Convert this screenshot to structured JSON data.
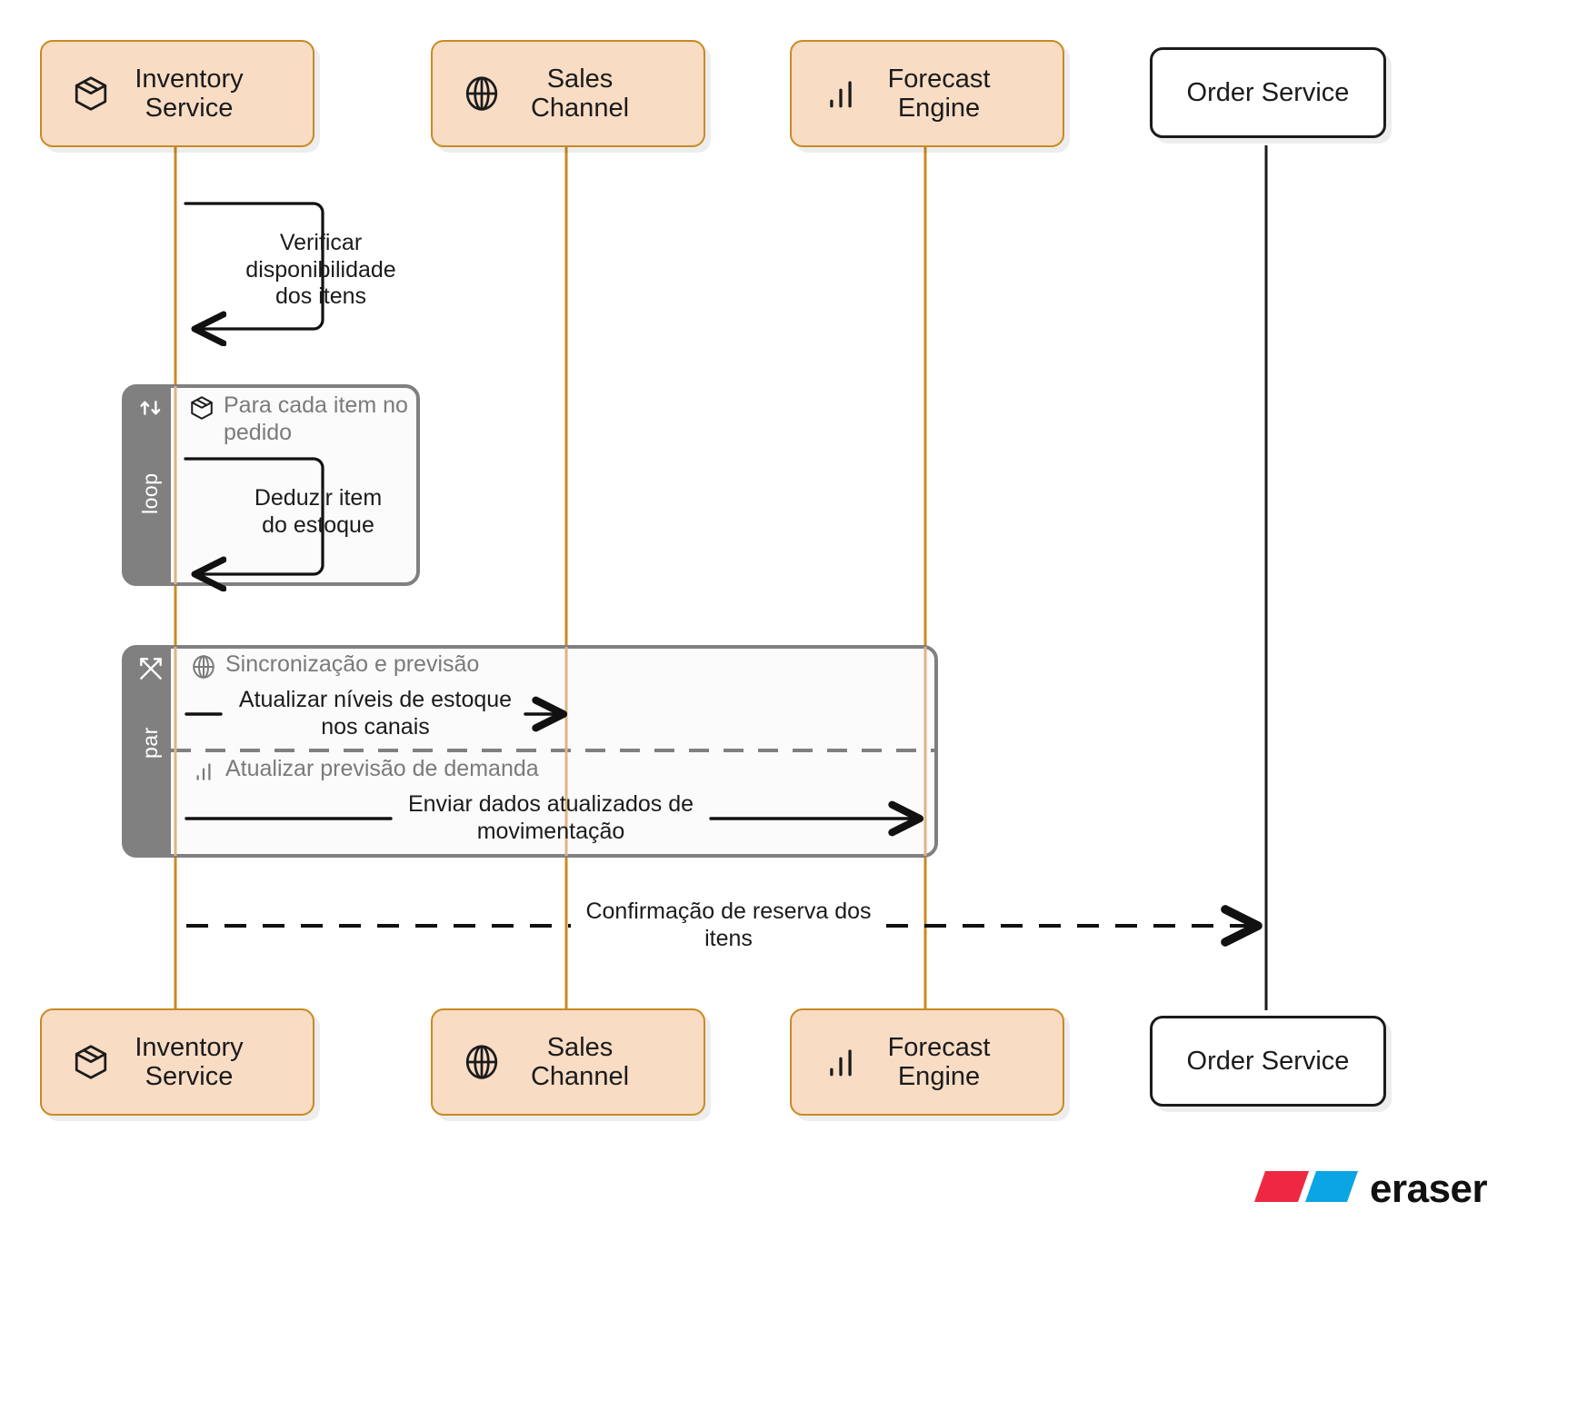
{
  "diagram": {
    "type": "sequence-diagram",
    "language": "pt-BR",
    "colors": {
      "accent_fill": "#F8DCC4",
      "accent_border": "#C98A22",
      "lifeline_accent": "#C98A22",
      "lifeline_plain": "#1b1b1b",
      "fragment_tab": "#808080",
      "fragment_fill": "#FBFBFB",
      "fragment_title_text": "#7a7a7a",
      "message_text": "#1b1b1b",
      "logo_red": "#EE2842",
      "logo_blue": "#0AA5E2"
    },
    "participants": [
      {
        "id": "inventory",
        "label": "Inventory\nService",
        "icon": "box-icon",
        "style": "accent"
      },
      {
        "id": "sales",
        "label": "Sales\nChannel",
        "icon": "globe-icon",
        "style": "accent"
      },
      {
        "id": "forecast",
        "label": "Forecast\nEngine",
        "icon": "bar-chart-icon",
        "style": "accent"
      },
      {
        "id": "order",
        "label": "Order Service",
        "icon": "none",
        "style": "plain"
      }
    ],
    "messages": [
      {
        "id": "m1",
        "kind": "self",
        "from": "inventory",
        "to": "inventory",
        "label": "Verificar\ndisponibilidade\ndos itens",
        "line": "solid"
      },
      {
        "id": "m2",
        "kind": "self",
        "from": "inventory",
        "to": "inventory",
        "label": "Deduzir item\ndo estoque",
        "line": "solid"
      },
      {
        "id": "m3",
        "kind": "async",
        "from": "inventory",
        "to": "sales",
        "label": "Atualizar níveis de estoque\nnos canais",
        "line": "solid"
      },
      {
        "id": "m4",
        "kind": "async",
        "from": "inventory",
        "to": "forecast",
        "label": "Enviar dados atualizados de\nmovimentação",
        "line": "solid"
      },
      {
        "id": "m5",
        "kind": "return",
        "from": "inventory",
        "to": "order",
        "label": "Confirmação de reserva dos\nitens",
        "line": "dashed"
      }
    ],
    "fragments": [
      {
        "id": "loop-1",
        "tab_label": "loop",
        "tab_icon": "loop-icon",
        "title": "Para cada item no\npedido",
        "title_icon": "box-icon",
        "sections": []
      },
      {
        "id": "par-1",
        "tab_label": "par",
        "tab_icon": "parallel-arrows-icon",
        "title": "Sincronização e previsão",
        "title_icon": "globe-icon",
        "sections": [
          {
            "id": "par-sec-1",
            "label": "",
            "icon": "dash-icon"
          },
          {
            "id": "par-sec-2",
            "label": "Atualizar previsão de demanda",
            "icon": "bar-chart-icon"
          }
        ]
      }
    ],
    "branding": {
      "name": "eraser",
      "logo_icon": "eraser-logo-icon"
    }
  }
}
